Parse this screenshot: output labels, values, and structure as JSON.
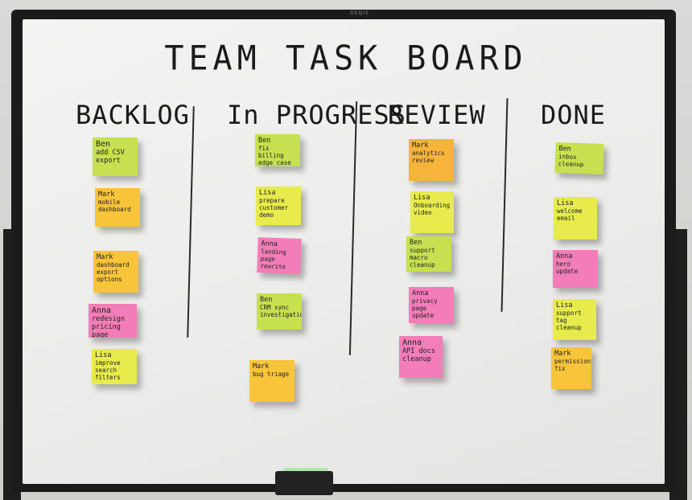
{
  "board": {
    "brand": "DEQIS",
    "title": "TEAM TASK BOARD",
    "columns": [
      {
        "heading": "BACKLOG",
        "notes": [
          {
            "who": "Ben",
            "task": "add CSV export",
            "color": "#c6e04f"
          },
          {
            "who": "Mark",
            "task": "mobile dashboard",
            "color": "#f7c43a"
          },
          {
            "who": "Mark",
            "task": "dashboard export options",
            "color": "#f7c43a"
          },
          {
            "who": "Anna",
            "task": "redesign pricing page",
            "color": "#f27db8"
          },
          {
            "who": "Lisa",
            "task": "improve search filters",
            "color": "#e7ec4c"
          }
        ]
      },
      {
        "heading": "In PROGRESS",
        "notes": [
          {
            "who": "Ben",
            "task": "fix billing edge case",
            "color": "#c6e04f"
          },
          {
            "who": "Lisa",
            "task": "prepare customer demo",
            "color": "#e7ec4c"
          },
          {
            "who": "Anna",
            "task": "landing page rewrite",
            "color": "#f27db8"
          },
          {
            "who": "Ben",
            "task": "CRM sync investigation",
            "color": "#c6e04f"
          },
          {
            "who": "Mark",
            "task": "bug triage",
            "color": "#f7c43a"
          }
        ]
      },
      {
        "heading": "REVIEW",
        "notes": [
          {
            "who": "Mark",
            "task": "analytics review",
            "color": "#f7b43a"
          },
          {
            "who": "Lisa",
            "task": "Onboarding video",
            "color": "#e7ec4c"
          },
          {
            "who": "Ben",
            "task": "support macro cleanup",
            "color": "#c6e04f"
          },
          {
            "who": "Anna",
            "task": "privacy page update",
            "color": "#f27db8"
          },
          {
            "who": "Anna",
            "task": "API docs cleanup",
            "color": "#f27db8"
          }
        ]
      },
      {
        "heading": "DONE",
        "notes": [
          {
            "who": "Ben",
            "task": "inbox cleanup",
            "color": "#c6e04f"
          },
          {
            "who": "Lisa",
            "task": "welcome email",
            "color": "#e7ec4c"
          },
          {
            "who": "Anna",
            "task": "hero update",
            "color": "#f27db8"
          },
          {
            "who": "Lisa",
            "task": "support tag cleanup",
            "color": "#e7ec4c"
          },
          {
            "who": "Mark",
            "task": "permissions fix",
            "color": "#f7c43a"
          }
        ]
      }
    ]
  }
}
